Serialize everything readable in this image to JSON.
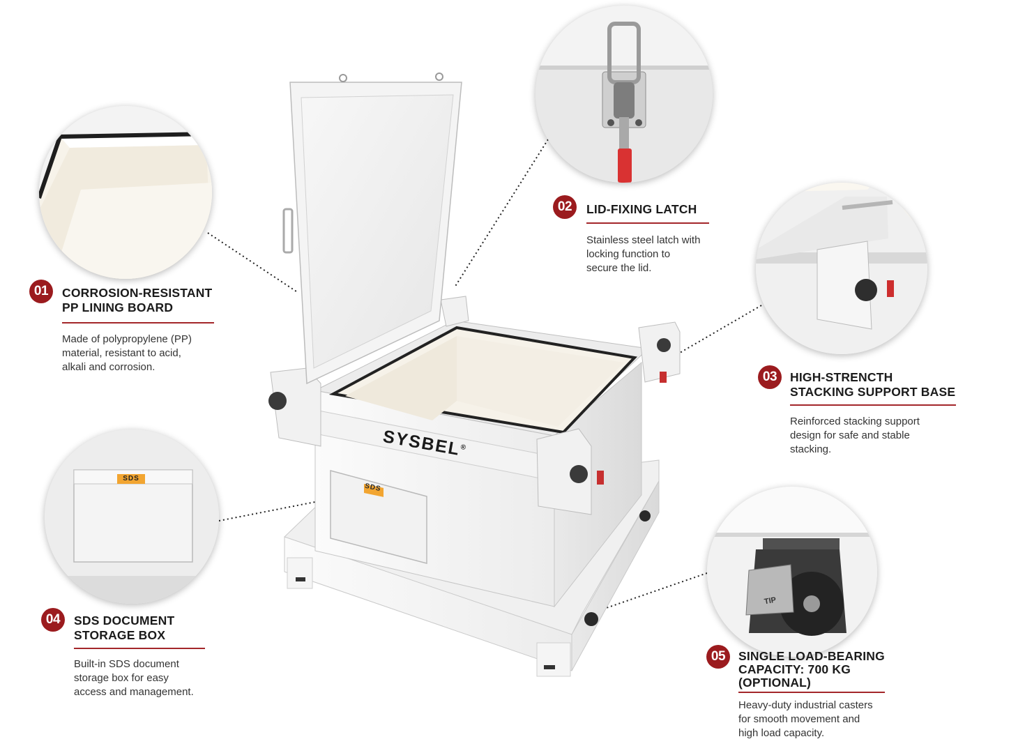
{
  "product": {
    "brand": "SYSBEL",
    "registered_mark": "®",
    "door_label": "SDS"
  },
  "features": [
    {
      "number": "01",
      "title": [
        "CORROSION-RESISTANT",
        "PP LINING BOARD"
      ],
      "description": [
        "Made of polypropylene (PP)",
        "material, resistant to acid,",
        "alkali and corrosion."
      ]
    },
    {
      "number": "02",
      "title": [
        "LID-FIXING LATCH"
      ],
      "description": [
        "Stainless steel latch with",
        "locking function to",
        "secure the lid."
      ]
    },
    {
      "number": "03",
      "title": [
        "HIGH-STRENCTH",
        "STACKING SUPPORT BASE"
      ],
      "description": [
        "Reinforced stacking support",
        "design for safe and stable",
        "stacking."
      ]
    },
    {
      "number": "04",
      "title": [
        "SDS DOCUMENT",
        "STORAGE BOX"
      ],
      "description": [
        "Built-in SDS document",
        "storage box for easy",
        "access and management."
      ]
    },
    {
      "number": "05",
      "title": [
        "SINGLE LOAD-BEARING",
        "CAPACITY: 700 KG",
        "(OPTIONAL)"
      ],
      "description": [
        "Heavy-duty industrial casters",
        "for smooth movement and",
        "high load capacity."
      ]
    }
  ],
  "detail_labels": {
    "sds_tag": "SDS",
    "caster_plate": "TIP"
  },
  "colors": {
    "accent": "#9b1b1e",
    "underline": "#a3262a",
    "body": "#f1f1f1",
    "liner": "#f5f1e8"
  }
}
